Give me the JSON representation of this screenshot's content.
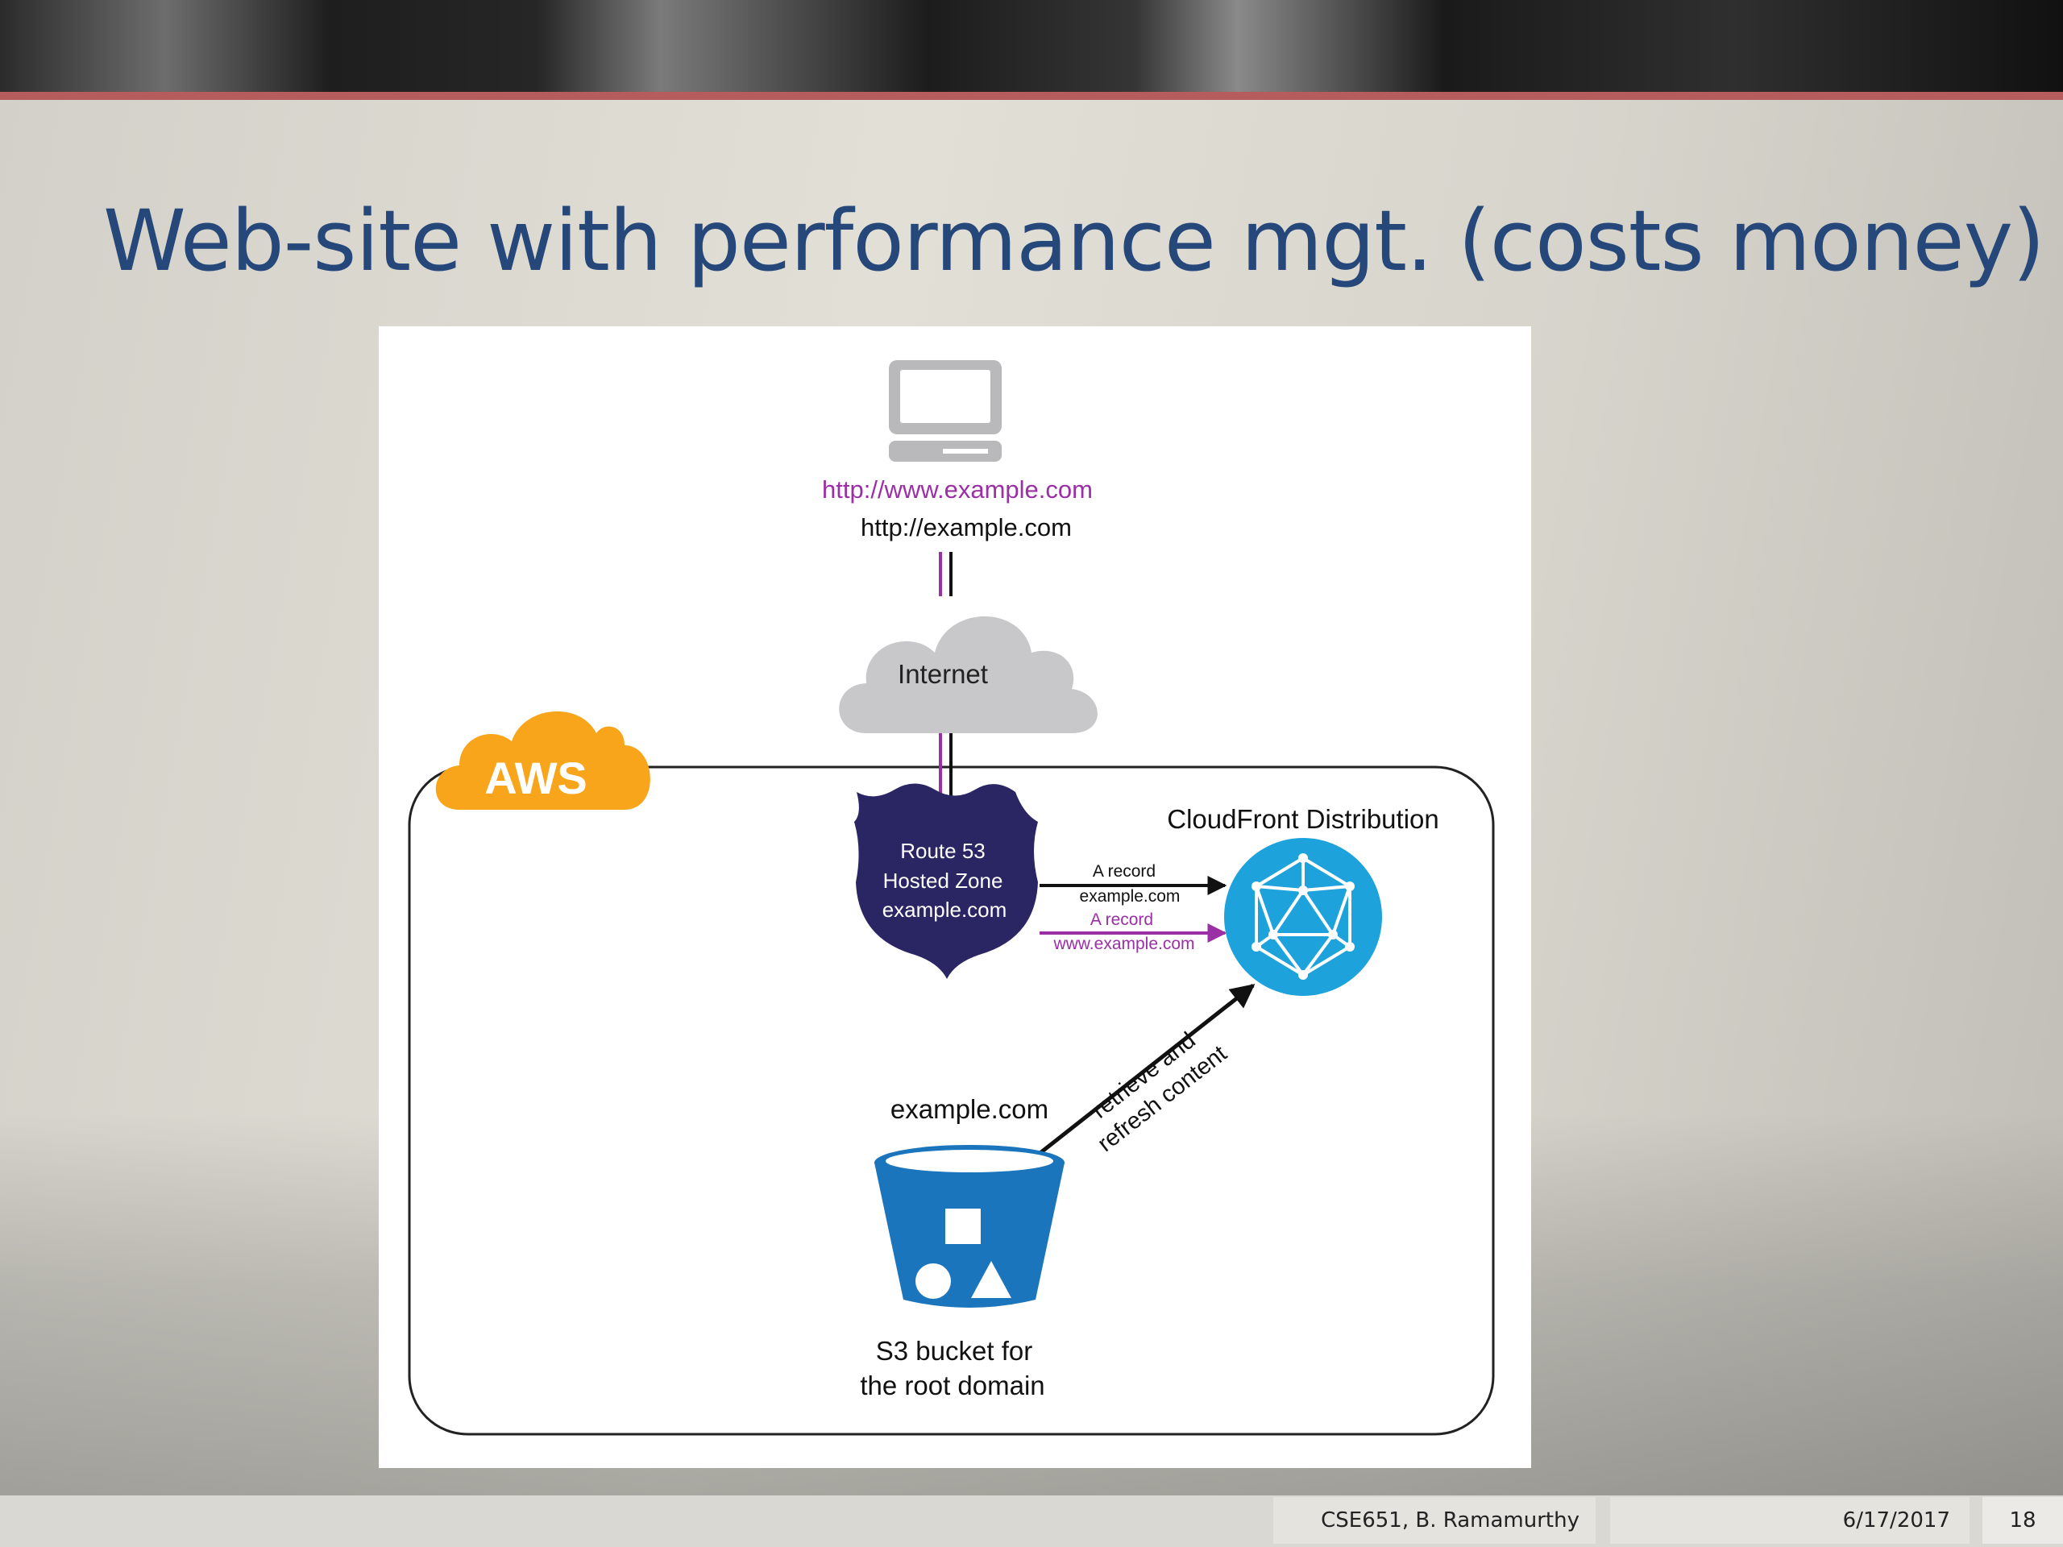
{
  "slide": {
    "title": "Web-site with performance mgt. (costs money)"
  },
  "diagram": {
    "client_url_www": "http://www.example.com",
    "client_url_root": "http://example.com",
    "internet_label": "Internet",
    "aws_label": "AWS",
    "route53_lines": [
      "Route 53",
      "Hosted Zone",
      "example.com"
    ],
    "cloudfront_label": "CloudFront Distribution",
    "a_record_root": [
      "A record",
      "example.com"
    ],
    "a_record_www": [
      "A record",
      "www.example.com"
    ],
    "retrieve_lines": [
      "retrieve and",
      "refresh content"
    ],
    "bucket_name": "example.com",
    "bucket_caption": [
      "S3 bucket for",
      "the root domain"
    ],
    "colors": {
      "www_path": "#9b2fa6",
      "root_path": "#111111",
      "aws_orange": "#f8a51c",
      "route53_navy": "#2a2563",
      "cloudfront_blue": "#1ea2dc",
      "s3_blue": "#1b75bc",
      "cloud_gray": "#c8c8ca",
      "computer_gray": "#b9b9bb"
    }
  },
  "footer": {
    "author": "CSE651, B. Ramamurthy",
    "date": "6/17/2017",
    "page": "18"
  }
}
